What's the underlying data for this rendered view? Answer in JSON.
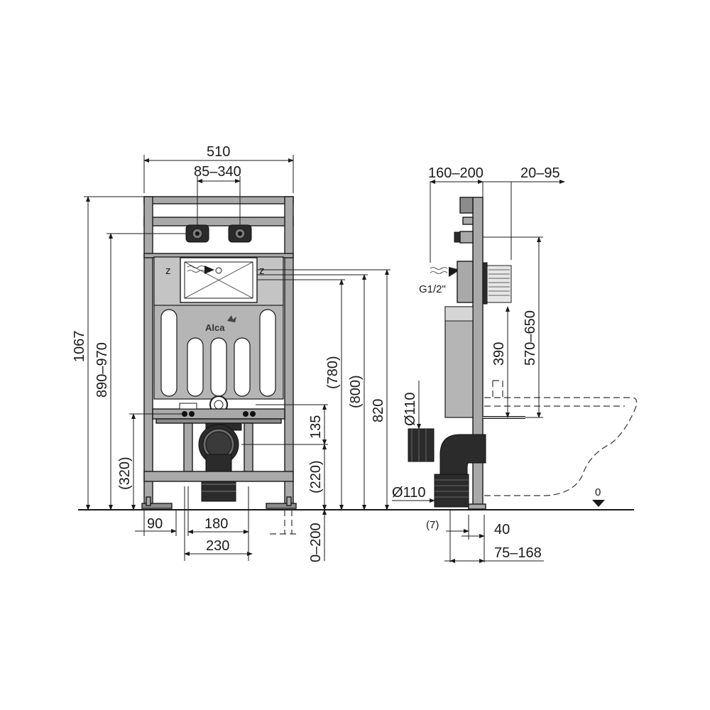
{
  "front_view": {
    "width_label": "510",
    "connector_spacing_label": "85–340",
    "height_total_label": "1067",
    "height_adjust_label": "890–970",
    "height_320_label": "(320)",
    "foot_offset_label": "90",
    "drain_180_label": "180",
    "drain_230_label": "230",
    "leg_extension_label": "0–200",
    "height_220_label": "(220)",
    "height_135_label": "135",
    "height_780_label": "(780)",
    "height_800_label": "(800)",
    "height_820_label": "820",
    "brand_label": "Alca"
  },
  "side_view": {
    "depth_label": "160–200",
    "depth_label_2": "20–95",
    "water_connection_label": "G1/2\"",
    "bolt_height_label": "390",
    "bolt_range_label": "570–650",
    "pipe_top_label": "Ø110",
    "pipe_bottom_label": "Ø110",
    "offset_7_label": "(7)",
    "offset_40_label": "40",
    "offset_75_label": "75–168",
    "floor_label": "0"
  },
  "colors": {
    "frame": "#a9a9a9",
    "dark_parts": "#2b2b2b",
    "lines": "#1a1a1a"
  }
}
